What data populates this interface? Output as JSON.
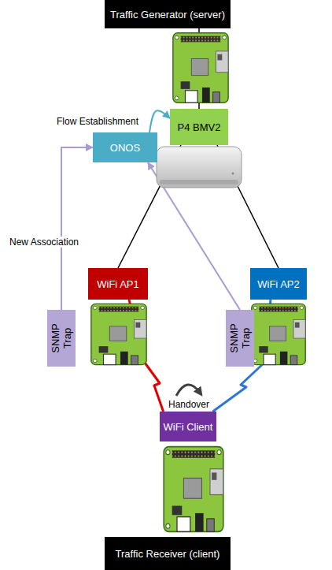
{
  "diagram": {
    "nodes": [
      {
        "text": [
          "Traffic Generator (server)"
        ]
      },
      {
        "text": [
          "P4 BMV2"
        ]
      },
      {
        "text": [
          "ONOS"
        ]
      },
      {
        "text": [
          "WiFi AP1"
        ]
      },
      {
        "text": [
          "WiFi AP2"
        ]
      },
      {
        "text": [
          "SNMP Trap"
        ]
      },
      {
        "text": [
          "SNMP Trap"
        ]
      },
      {
        "text": [
          "WiFi Client"
        ]
      },
      {
        "text": [
          "Traffic Receiver (client)"
        ]
      }
    ],
    "edges": [
      {
        "from": 0,
        "to": 1,
        "arrow": "none"
      },
      {
        "from": 2,
        "to": 1,
        "label": "Flow Establishment",
        "arrow": "to"
      },
      {
        "from": 1,
        "to": 3,
        "arrow": "none"
      },
      {
        "from": 1,
        "to": 4,
        "arrow": "none"
      },
      {
        "from": 5,
        "to": 2,
        "label": "New Association",
        "arrow": "to"
      },
      {
        "from": 6,
        "to": 2,
        "arrow": "to"
      },
      {
        "from": 3,
        "to": 7,
        "arrow": "none"
      },
      {
        "from": 4,
        "to": 7,
        "arrow": "none"
      }
    ],
    "labels": [
      "Handover"
    ]
  }
}
